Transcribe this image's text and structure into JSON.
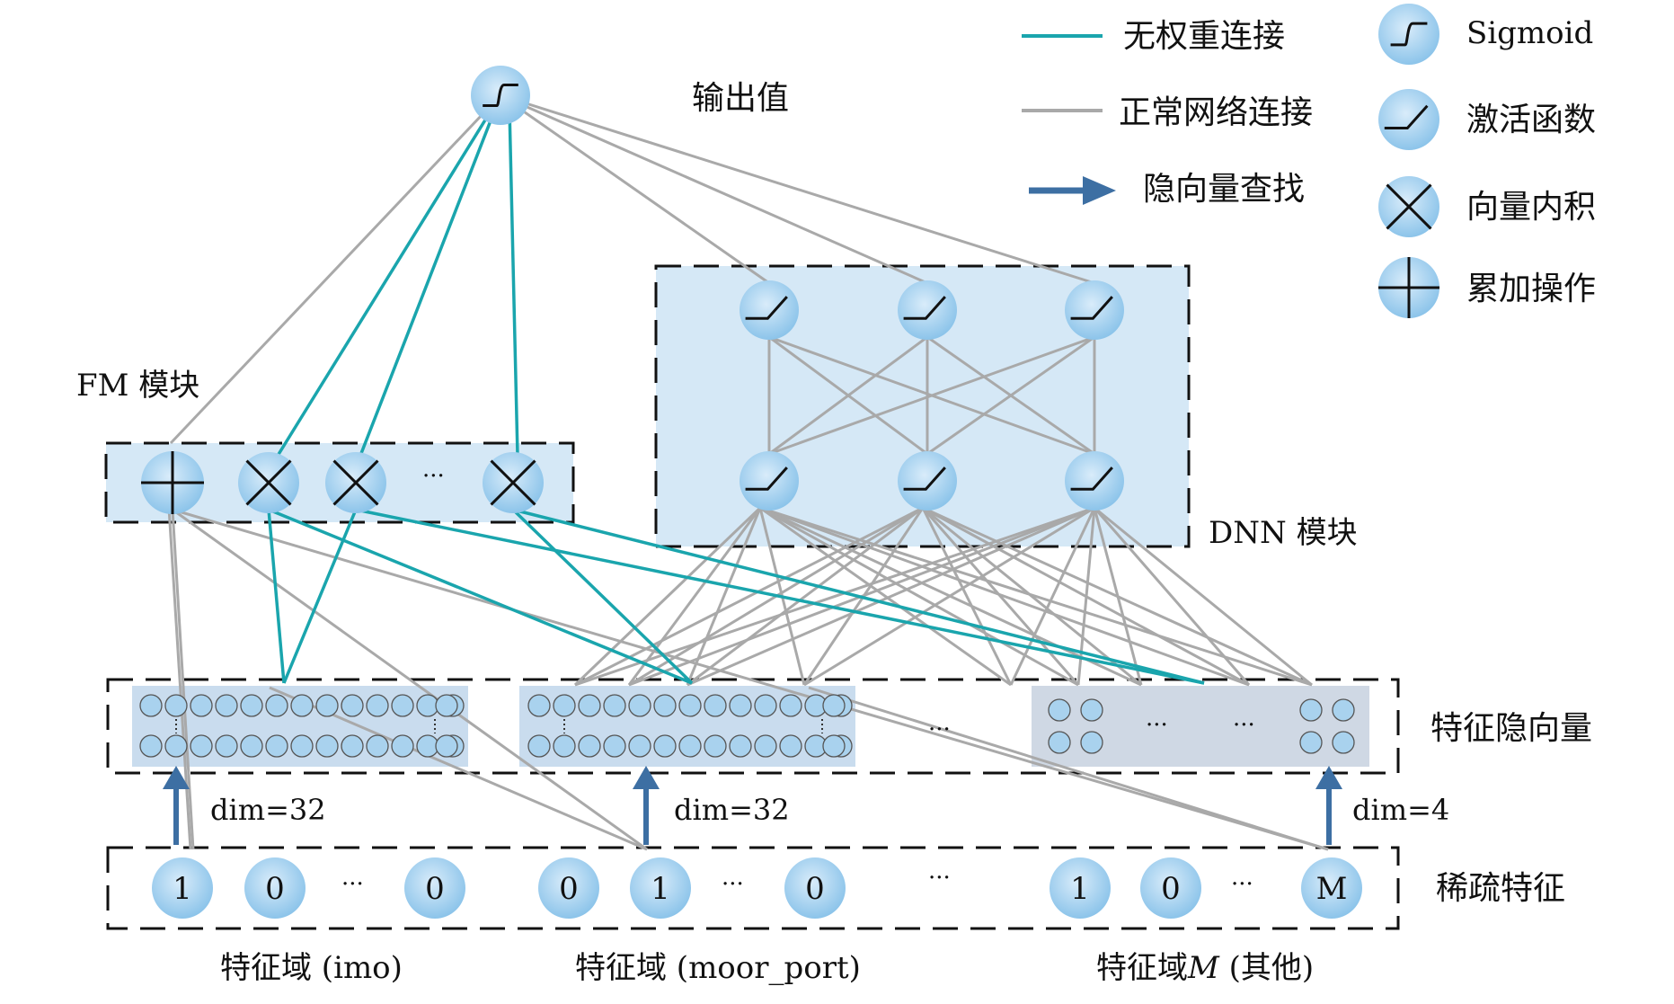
{
  "legend": {
    "no_weight": "无权重连接",
    "normal": "正常网络连接",
    "lookup": "隐向量查找",
    "sigmoid": "Sigmoid",
    "activation": "激活函数",
    "inner_product": "向量内积",
    "sum": "累加操作"
  },
  "labels": {
    "output": "输出值",
    "fm": "FM 模块",
    "dnn": "DNN 模块",
    "latent": "特征隐向量",
    "sparse": "稀疏特征",
    "field1": "特征域 (imo)",
    "field2": "特征域 (moor_port)",
    "field3_prefix": "特征域",
    "field3_italic": "M",
    "field3_suffix": " (其他)",
    "dim1": "dim=32",
    "dim2": "dim=32",
    "dim3": "dim=4",
    "ellipsis": "···"
  },
  "sparse_values": {
    "g1": [
      "1",
      "0",
      "0"
    ],
    "g2": [
      "0",
      "1",
      "0"
    ],
    "g3": [
      "1",
      "0",
      "M"
    ]
  },
  "colors": {
    "node_fill": "#a9d2ee",
    "node_light": "#d6ebf8",
    "no_weight_line": "#1aa5ad",
    "normal_line": "#a9a9a9",
    "arrow": "#3d6fa3",
    "dnn_bg": "#d5e8f6",
    "fm_bg": "#d5e8f6",
    "emb_bg": "#c9dcee",
    "emb_bg3": "#cfd8e4"
  }
}
